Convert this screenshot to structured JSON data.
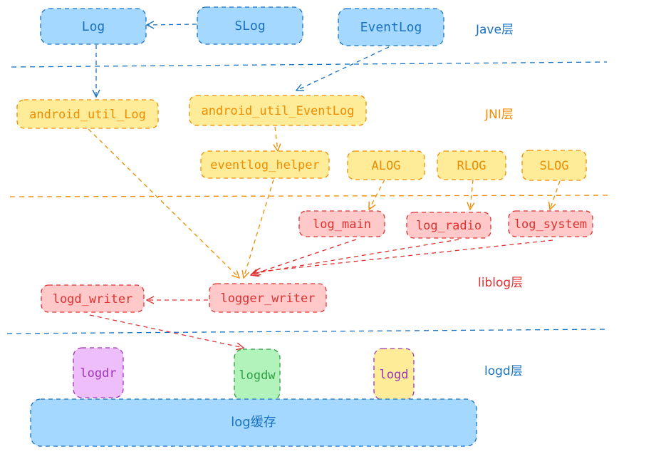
{
  "colors": {
    "blue_fill": "#a5d8ff",
    "blue_stroke": "#1971c2",
    "yellow_fill": "#ffec99",
    "yellow_stroke": "#f08c00",
    "red_fill": "#ffc9c9",
    "red_stroke": "#e03131",
    "purple_fill": "#eebefa",
    "purple_stroke": "#9c36b5",
    "green_fill": "#b2f2bb",
    "green_stroke": "#2f9e44",
    "blue_text": "#1971c2",
    "yellow_text": "#f08c00",
    "red_text": "#e03131",
    "purple_text": "#9c36b5",
    "green_text": "#2f9e44"
  },
  "layers": {
    "java": "Jave层",
    "jni": "JNI层",
    "liblog": "liblog层",
    "logd": "logd层"
  },
  "nodes": {
    "log": "Log",
    "slog": "SLog",
    "eventlog": "EventLog",
    "android_util_log": "android_util_Log",
    "android_util_eventlog": "android_util_EventLog",
    "eventlog_helper": "eventlog_helper",
    "alog": "ALOG",
    "rlog": "RLOG",
    "slog_macro": "SLOG",
    "log_main": "log_main",
    "log_radio": "log_radio",
    "log_system": "log_system",
    "logger_writer": "logger_writer",
    "logd_writer": "logd_writer",
    "logdr": "logdr",
    "logdw": "logdw",
    "logd": "logd",
    "log_buffer": "log缓存"
  }
}
